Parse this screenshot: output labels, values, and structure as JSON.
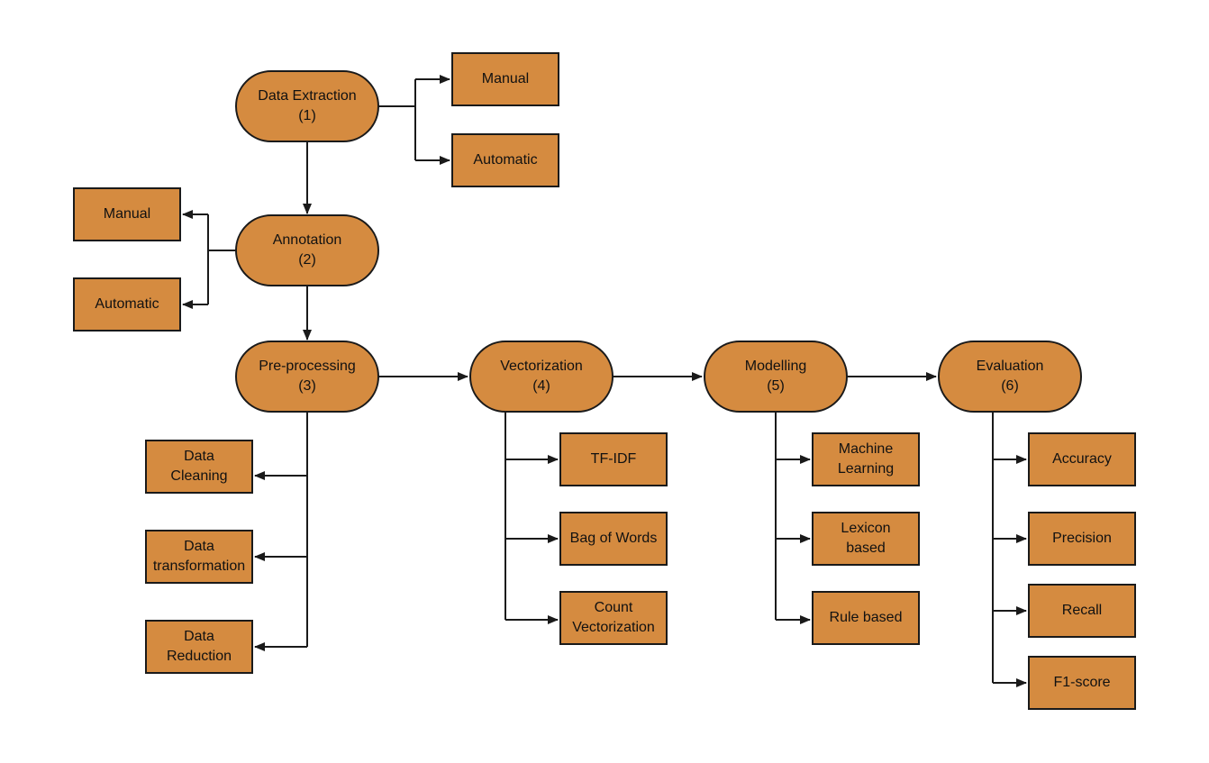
{
  "colors": {
    "node_fill": "#d58b40",
    "stroke": "#1a1a1a",
    "background": "#ffffff"
  },
  "stages": {
    "extraction": {
      "title": "Data Extraction",
      "num": "(1)"
    },
    "annotation": {
      "title": "Annotation",
      "num": "(2)"
    },
    "preprocessing": {
      "title": "Pre-processing",
      "num": "(3)"
    },
    "vectorization": {
      "title": "Vectorization",
      "num": "(4)"
    },
    "modelling": {
      "title": "Modelling",
      "num": "(5)"
    },
    "evaluation": {
      "title": "Evaluation",
      "num": "(6)"
    }
  },
  "extraction_methods": [
    "Manual",
    "Automatic"
  ],
  "annotation_methods": [
    "Manual",
    "Automatic"
  ],
  "preprocessing_steps": [
    [
      "Data",
      "Cleaning"
    ],
    [
      "Data",
      "transformation"
    ],
    [
      "Data",
      "Reduction"
    ]
  ],
  "vectorization_methods": [
    [
      "TF-IDF"
    ],
    [
      "Bag of Words"
    ],
    [
      "Count",
      "Vectorization"
    ]
  ],
  "modelling_methods": [
    [
      "Machine",
      "Learning"
    ],
    [
      "Lexicon",
      "based"
    ],
    [
      "Rule based"
    ]
  ],
  "evaluation_metrics": [
    "Accuracy",
    "Precision",
    "Recall",
    "F1-score"
  ]
}
